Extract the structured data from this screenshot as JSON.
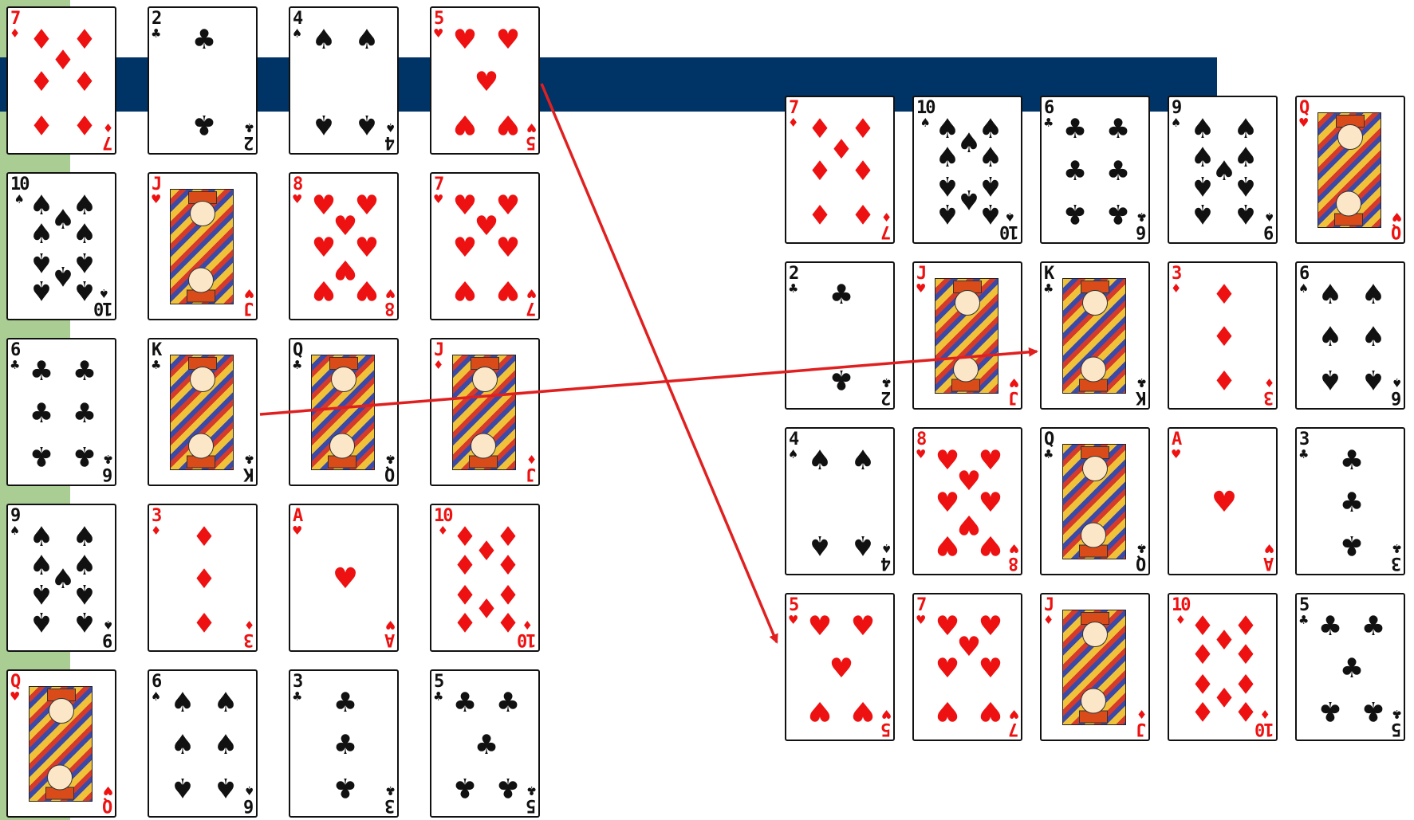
{
  "colors": {
    "background": "#ffffff",
    "green_strip": "#a9cd93",
    "navy_band": "#003366",
    "red_suit": "#ee1111",
    "black_suit": "#111111",
    "arrow": "#e02020"
  },
  "left_grid": {
    "rows": [
      [
        {
          "rank": "7",
          "suit": "diamond"
        },
        {
          "rank": "2",
          "suit": "club"
        },
        {
          "rank": "4",
          "suit": "spade"
        },
        {
          "rank": "5",
          "suit": "heart"
        }
      ],
      [
        {
          "rank": "10",
          "suit": "spade"
        },
        {
          "rank": "J",
          "suit": "heart"
        },
        {
          "rank": "8",
          "suit": "heart"
        },
        {
          "rank": "7",
          "suit": "heart"
        }
      ],
      [
        {
          "rank": "6",
          "suit": "club"
        },
        {
          "rank": "K",
          "suit": "club"
        },
        {
          "rank": "Q",
          "suit": "club"
        },
        {
          "rank": "J",
          "suit": "diamond"
        }
      ],
      [
        {
          "rank": "9",
          "suit": "spade"
        },
        {
          "rank": "3",
          "suit": "diamond"
        },
        {
          "rank": "A",
          "suit": "heart"
        },
        {
          "rank": "10",
          "suit": "diamond"
        }
      ],
      [
        {
          "rank": "Q",
          "suit": "heart"
        },
        {
          "rank": "6",
          "suit": "spade"
        },
        {
          "rank": "3",
          "suit": "club"
        },
        {
          "rank": "5",
          "suit": "club"
        }
      ]
    ]
  },
  "right_grid": {
    "rows": [
      [
        {
          "rank": "7",
          "suit": "diamond"
        },
        {
          "rank": "10",
          "suit": "spade"
        },
        {
          "rank": "6",
          "suit": "club"
        },
        {
          "rank": "9",
          "suit": "spade"
        },
        {
          "rank": "Q",
          "suit": "heart"
        }
      ],
      [
        {
          "rank": "2",
          "suit": "club"
        },
        {
          "rank": "J",
          "suit": "heart"
        },
        {
          "rank": "K",
          "suit": "club"
        },
        {
          "rank": "3",
          "suit": "diamond"
        },
        {
          "rank": "6",
          "suit": "spade"
        }
      ],
      [
        {
          "rank": "4",
          "suit": "spade"
        },
        {
          "rank": "8",
          "suit": "heart"
        },
        {
          "rank": "Q",
          "suit": "club"
        },
        {
          "rank": "A",
          "suit": "heart"
        },
        {
          "rank": "3",
          "suit": "club"
        }
      ],
      [
        {
          "rank": "5",
          "suit": "heart"
        },
        {
          "rank": "7",
          "suit": "heart"
        },
        {
          "rank": "J",
          "suit": "diamond"
        },
        {
          "rank": "10",
          "suit": "diamond"
        },
        {
          "rank": "5",
          "suit": "club"
        }
      ]
    ]
  },
  "arrows": [
    {
      "from_card": "K of clubs (left grid)",
      "to_card": "K of clubs (right grid)"
    },
    {
      "from_card": "5 of hearts (left grid)",
      "to_card": "5 of hearts (right grid)"
    }
  ]
}
